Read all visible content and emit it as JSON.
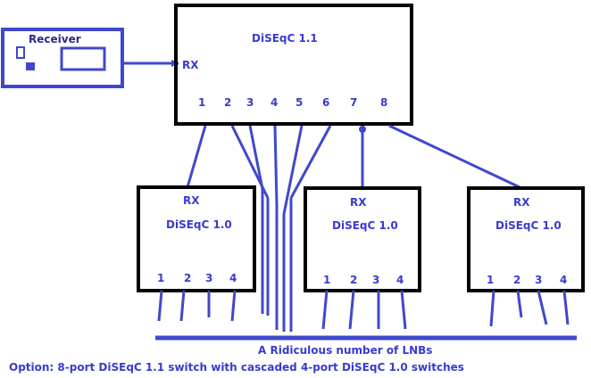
{
  "receiver": {
    "label": "Receiver"
  },
  "main_switch": {
    "label": "DiSEqC 1.1",
    "rx": "RX",
    "ports": [
      "1",
      "2",
      "3",
      "4",
      "5",
      "6",
      "7",
      "8"
    ]
  },
  "sub_switches": [
    {
      "label": "DiSEqC 1.0",
      "rx": "RX",
      "ports": [
        "1",
        "2",
        "3",
        "4"
      ]
    },
    {
      "label": "DiSEqC 1.0",
      "rx": "RX",
      "ports": [
        "1",
        "2",
        "3",
        "4"
      ]
    },
    {
      "label": "DiSEqC 1.0",
      "rx": "RX",
      "ports": [
        "1",
        "2",
        "3",
        "4"
      ]
    }
  ],
  "lnb_label": "A Ridiculous number of LNBs",
  "caption": "Option: 8-port DiSEqC 1.1 switch with cascaded 4-port DiSEqC 1.0 switches",
  "colors": {
    "wire": "#3f48cc",
    "box": "#000000",
    "receiver": "#3f48cc",
    "text": "#3a3ad0"
  }
}
